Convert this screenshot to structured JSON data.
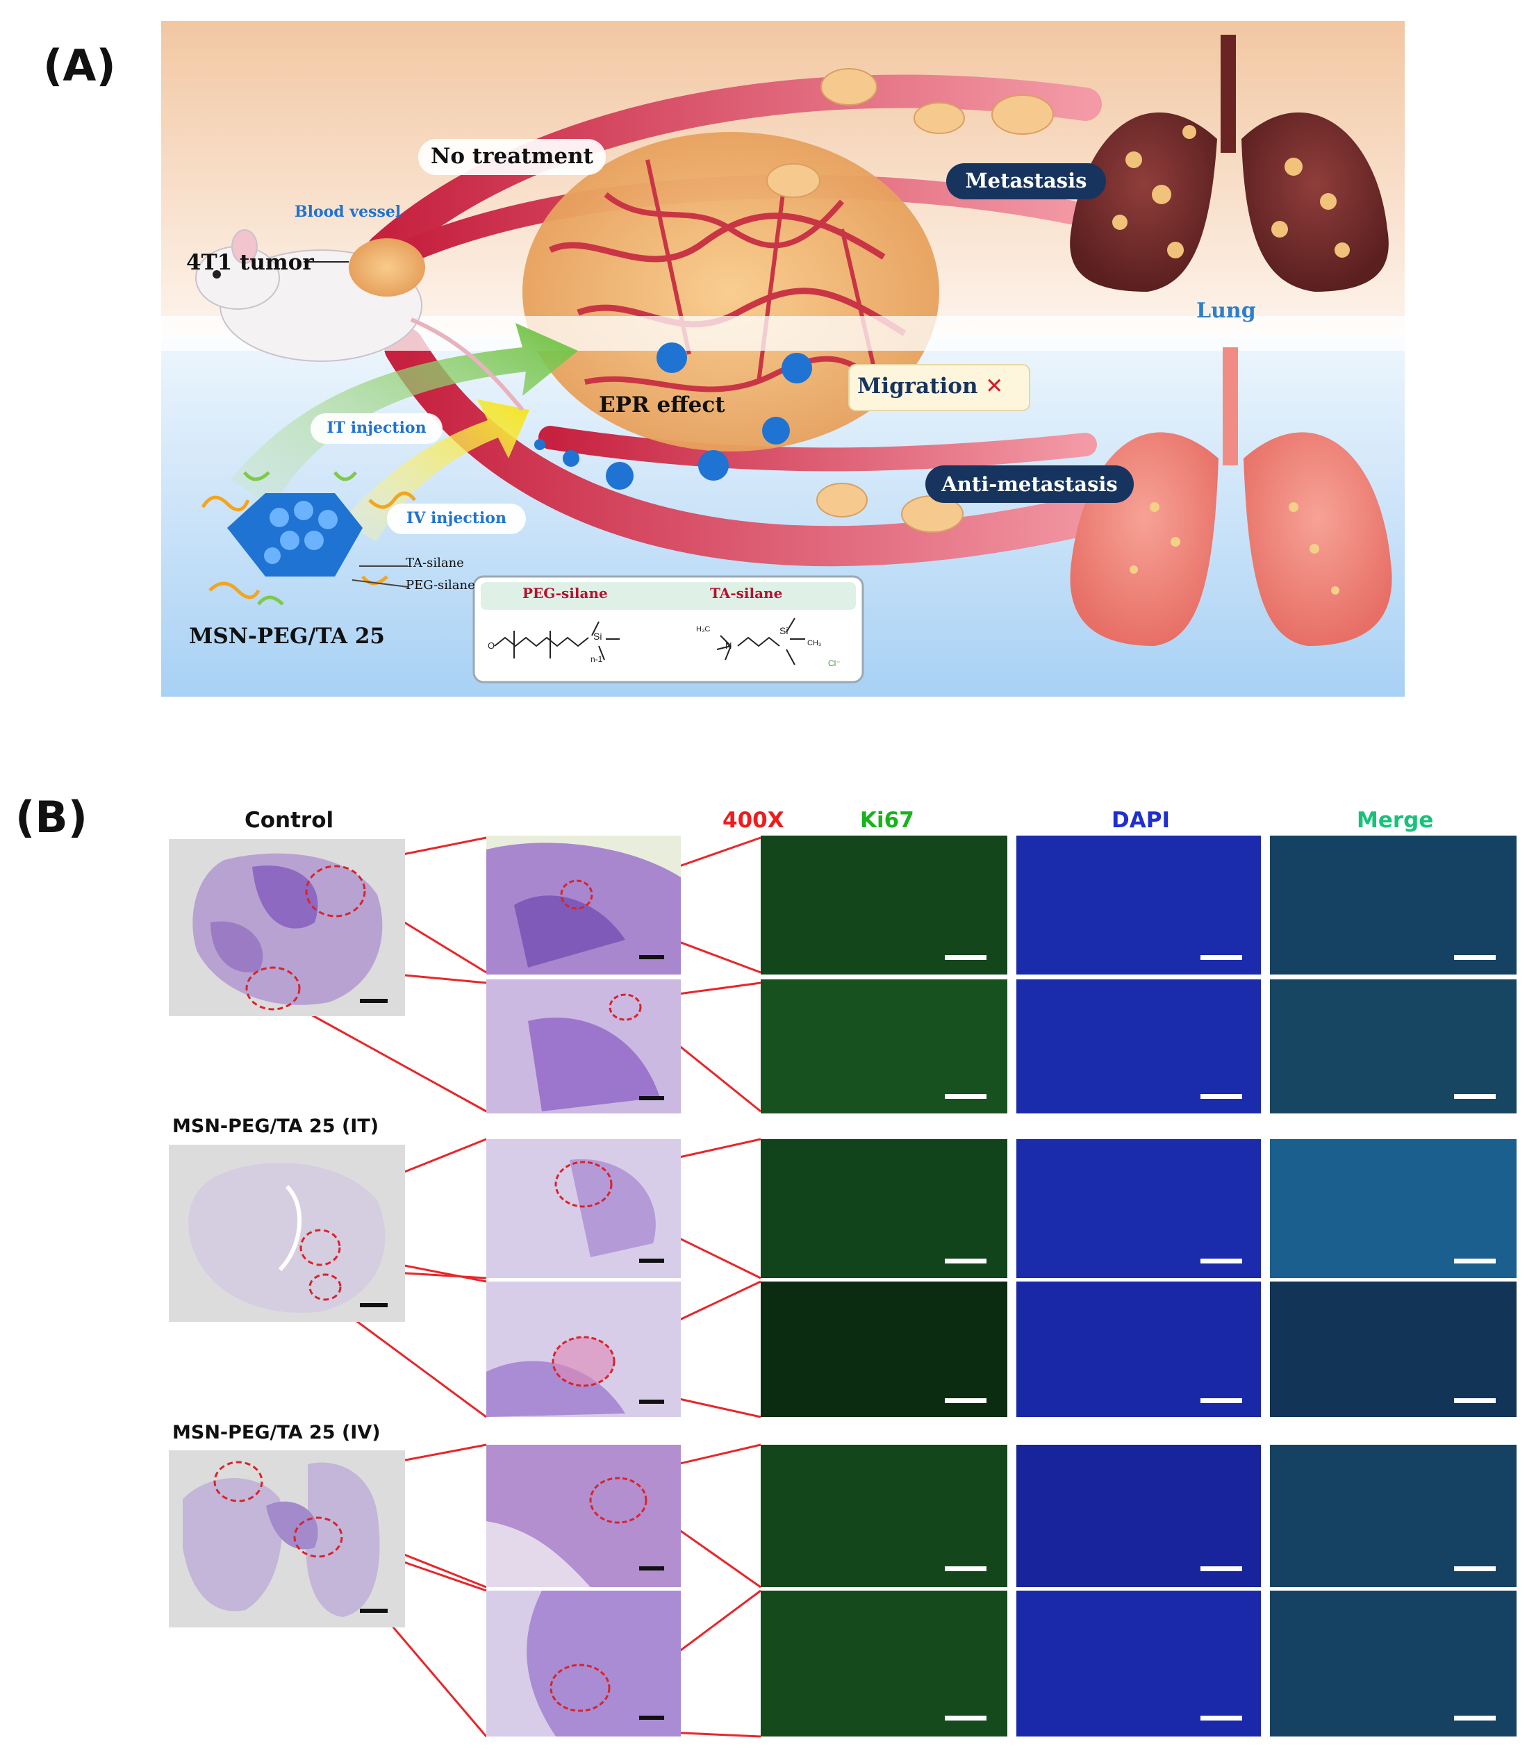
{
  "panels": {
    "a": "(A)",
    "b": "(B)"
  },
  "figA": {
    "no_treatment": "No treatment",
    "blood_vessel": "Blood vessel",
    "tumor": "4T1 tumor",
    "metastasis": "Metastasis",
    "lung": "Lung",
    "migration": "Migration",
    "migration_mark": "✕",
    "epr": "EPR effect",
    "it_injection": "IT injection",
    "iv_injection": "IV injection",
    "anti_metastasis": "Anti-metastasis",
    "ta_silane": "TA-silane",
    "peg_silane": "PEG-silane",
    "msn": "MSN-PEG/TA 25",
    "chem": {
      "peg_title": "PEG-silane",
      "ta_title": "TA-silane",
      "n_sub": "n-1",
      "si": "Si",
      "o": "O",
      "n_plus": "N",
      "h3c": "H₃C",
      "ch3": "CH₃",
      "cl": "Cl⁻"
    }
  },
  "figB": {
    "headers": {
      "control": "Control",
      "mag": "400X",
      "ki67": "Ki67",
      "dapi": "DAPI",
      "merge": "Merge"
    },
    "groups": {
      "it": "MSN-PEG/TA 25 (IT)",
      "iv": "MSN-PEG/TA 25 (IV)"
    }
  },
  "colors": {
    "vessel_red": "#d8344f",
    "navy_label": "#17345e",
    "he_purple": "#9b7cc4",
    "ki67_green": "#3fcf4a",
    "dapi_blue": "#2a3fd6",
    "header_red": "#ee1c1c",
    "header_green": "#19b31e",
    "header_blue": "#1f2fd0",
    "header_merge": "#17c27a"
  }
}
